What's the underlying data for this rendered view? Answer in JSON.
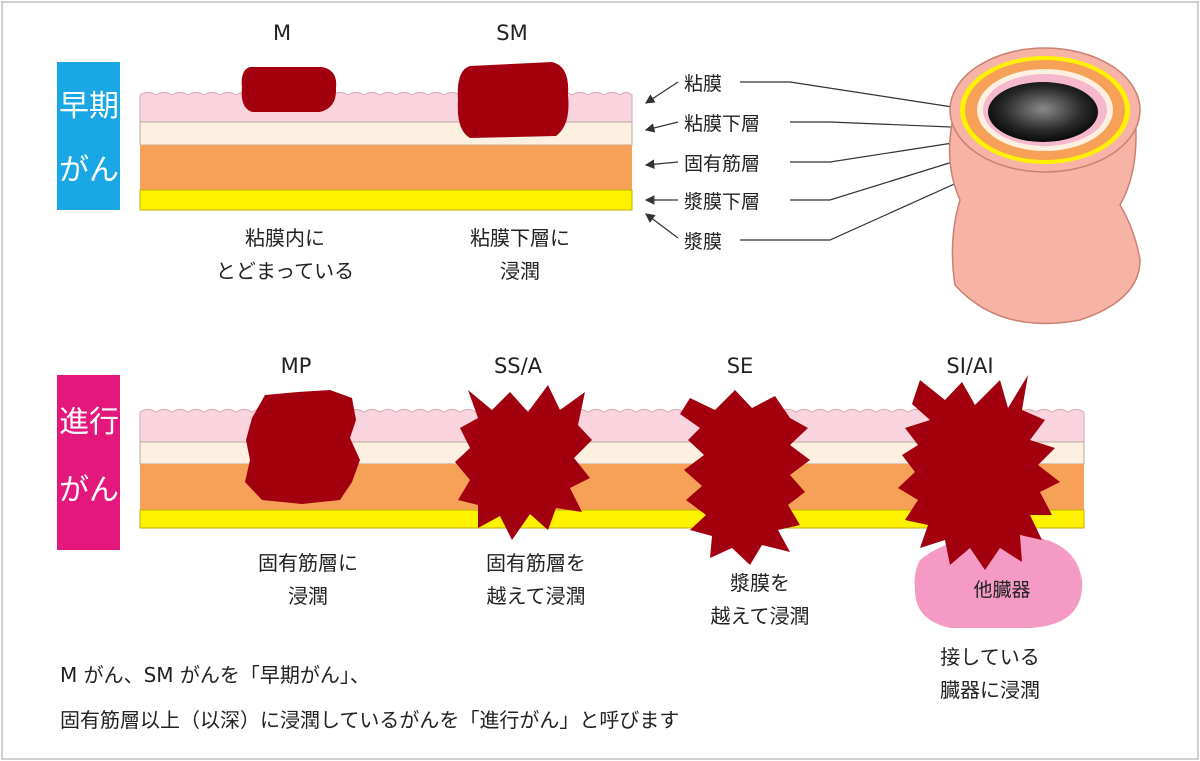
{
  "early_section": {
    "label_line1": "早期",
    "label_line2": "がん",
    "stage_m": "M",
    "stage_sm": "SM",
    "desc_m_line1": "粘膜内に",
    "desc_m_line2": "とどまっている",
    "desc_sm_line1": "粘膜下層に",
    "desc_sm_line2": "浸潤"
  },
  "layer_labels": [
    "粘膜",
    "粘膜下層",
    "固有筋層",
    "漿膜下層",
    "漿膜"
  ],
  "advanced_section": {
    "label_line1": "進行",
    "label_line2": "がん",
    "stage_mp": "MP",
    "stage_ss": "SS/A",
    "stage_se": "SE",
    "stage_si": "SI/AI",
    "desc_mp_line1": "固有筋層に",
    "desc_mp_line2": "浸潤",
    "desc_ss_line1": "固有筋層を",
    "desc_ss_line2": "越えて浸潤",
    "desc_se_line1": "漿膜を",
    "desc_se_line2": "越えて浸潤",
    "other_organ": "他臓器",
    "desc_si_line1": "接している",
    "desc_si_line2": "臓器に浸潤"
  },
  "footnote_line1": "M がん、SM がんを「早期がん」、",
  "footnote_line2": "固有筋層以上（以深）に浸潤しているがんを「進行がん」と呼びます",
  "colors": {
    "early_label_bg": "#1aa7e6",
    "advanced_label_bg": "#e4187c",
    "mucosa": "#f9d3dd",
    "submucosa": "#fdf0e1",
    "muscularis": "#f6a157",
    "subserosa": "#fff200",
    "tumor": "#a3000f",
    "other_organ": "#f59ac4"
  }
}
